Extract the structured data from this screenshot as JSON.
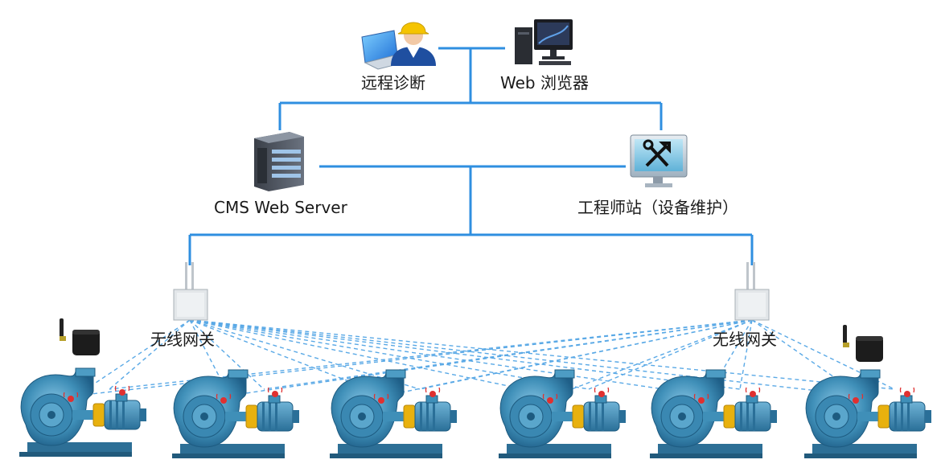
{
  "nodes": {
    "remote_diagnosis": "远程诊断",
    "web_browser": "Web 浏览器",
    "cms_server": "CMS Web Server",
    "engineer_station": "工程师站（设备维护）",
    "gateway_left": "无线网关",
    "gateway_right": "无线网关"
  },
  "colors": {
    "network_line": "#2f8fe0",
    "wireless_link": "#5aa9e6",
    "blower_body": "#3f8fb8",
    "coupling": "#e8b10e"
  },
  "icons": {
    "engineer": "engineer-at-laptop-icon",
    "desktop": "desktop-computer-icon",
    "server": "server-rack-icon",
    "tools": "monitor-with-tools-icon",
    "gateway": "wireless-gateway-icon",
    "sensor": "wireless-sensor-node-icon",
    "blower": "centrifugal-blower-icon"
  }
}
